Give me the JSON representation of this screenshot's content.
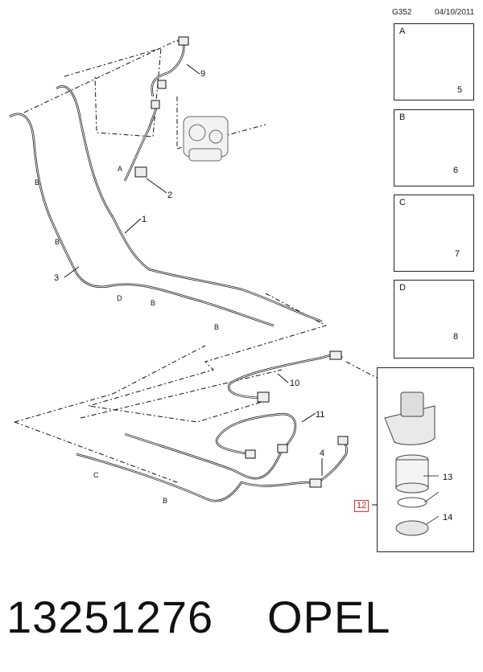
{
  "header": {
    "code": "G352",
    "date": "04/10/2011"
  },
  "detail_boxes": [
    {
      "letter": "A",
      "part": "5"
    },
    {
      "letter": "B",
      "part": "6"
    },
    {
      "letter": "C",
      "part": "7"
    },
    {
      "letter": "D",
      "part": "8"
    }
  ],
  "callouts": [
    "1",
    "2",
    "3",
    "4",
    "9",
    "10",
    "11",
    "13",
    "14"
  ],
  "reference_label": "12",
  "line_labels": {
    "a": "A",
    "b1": "B",
    "b2": "B",
    "b3": "B",
    "b4": "B",
    "b5": "B",
    "c": "C",
    "d": "D"
  },
  "footer": {
    "part_number": "13251276",
    "brand": "OPEL"
  }
}
